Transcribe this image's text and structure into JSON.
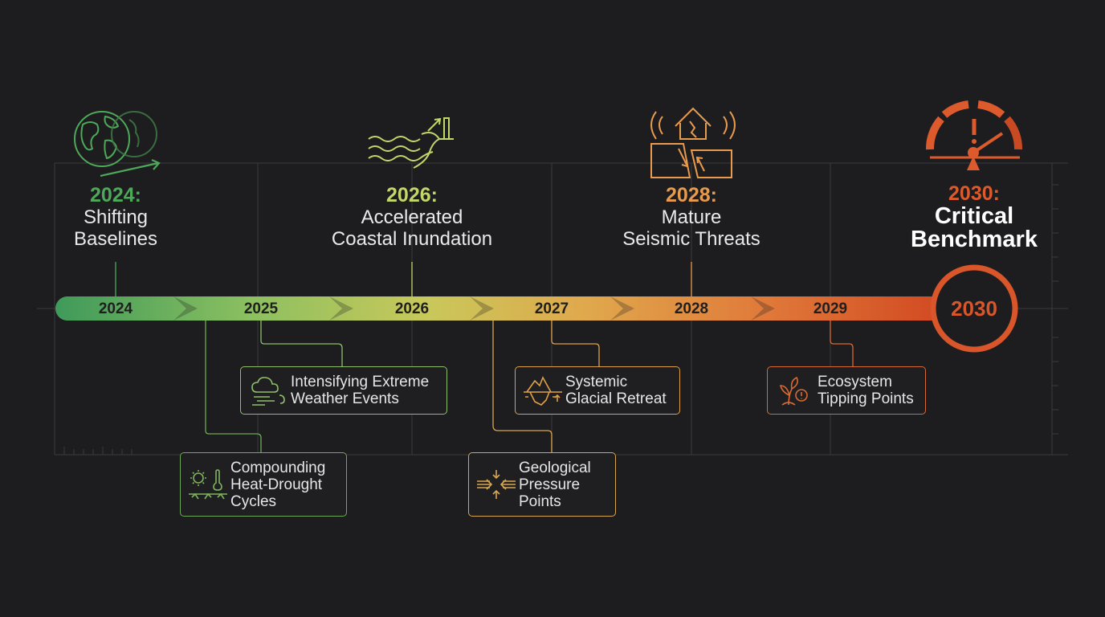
{
  "milestones": [
    {
      "year_label": "2024:",
      "title_lines": [
        "Shifting",
        "Baselines"
      ],
      "color": "#4ea85a",
      "icon": "globe-icon"
    },
    {
      "year_label": "2026:",
      "title_lines": [
        "Accelerated",
        "Coastal Inundation"
      ],
      "color": "#c3d66a",
      "icon": "wave-icon"
    },
    {
      "year_label": "2028:",
      "title_lines": [
        "Mature",
        "Seismic Threats"
      ],
      "color": "#e89b4e",
      "icon": "seismic-house-icon"
    },
    {
      "year_label": "2030:",
      "title_lines": [
        "Critical",
        "Benchmark"
      ],
      "color": "#dc5a2c",
      "icon": "gauge-warning-icon"
    }
  ],
  "timeline_years": [
    "2024",
    "2025",
    "2026",
    "2027",
    "2028",
    "2029",
    "2030"
  ],
  "events": [
    {
      "lines": [
        "Intensifying Extreme",
        "Weather Events"
      ],
      "color": "#8fbf6a",
      "icon": "storm-cloud-icon"
    },
    {
      "lines": [
        "Compounding",
        "Heat-Drought",
        "Cycles"
      ],
      "color": "#7fb35d",
      "icon": "sun-thermometer-icon"
    },
    {
      "lines": [
        "Geological",
        "Pressure",
        "Points"
      ],
      "color": "#d9a650",
      "icon": "pressure-arrows-icon"
    },
    {
      "lines": [
        "Systemic",
        "Glacial Retreat"
      ],
      "color": "#dfa047",
      "icon": "iceberg-icon"
    },
    {
      "lines": [
        "Ecosystem",
        "Tipping Points"
      ],
      "color": "#d76a34",
      "icon": "sprout-warning-icon"
    }
  ],
  "colors": {
    "background": "#1d1d1f",
    "gradient_start": "#3f9a5a",
    "gradient_mid": "#c9c85a",
    "gradient_end": "#d9552a"
  }
}
